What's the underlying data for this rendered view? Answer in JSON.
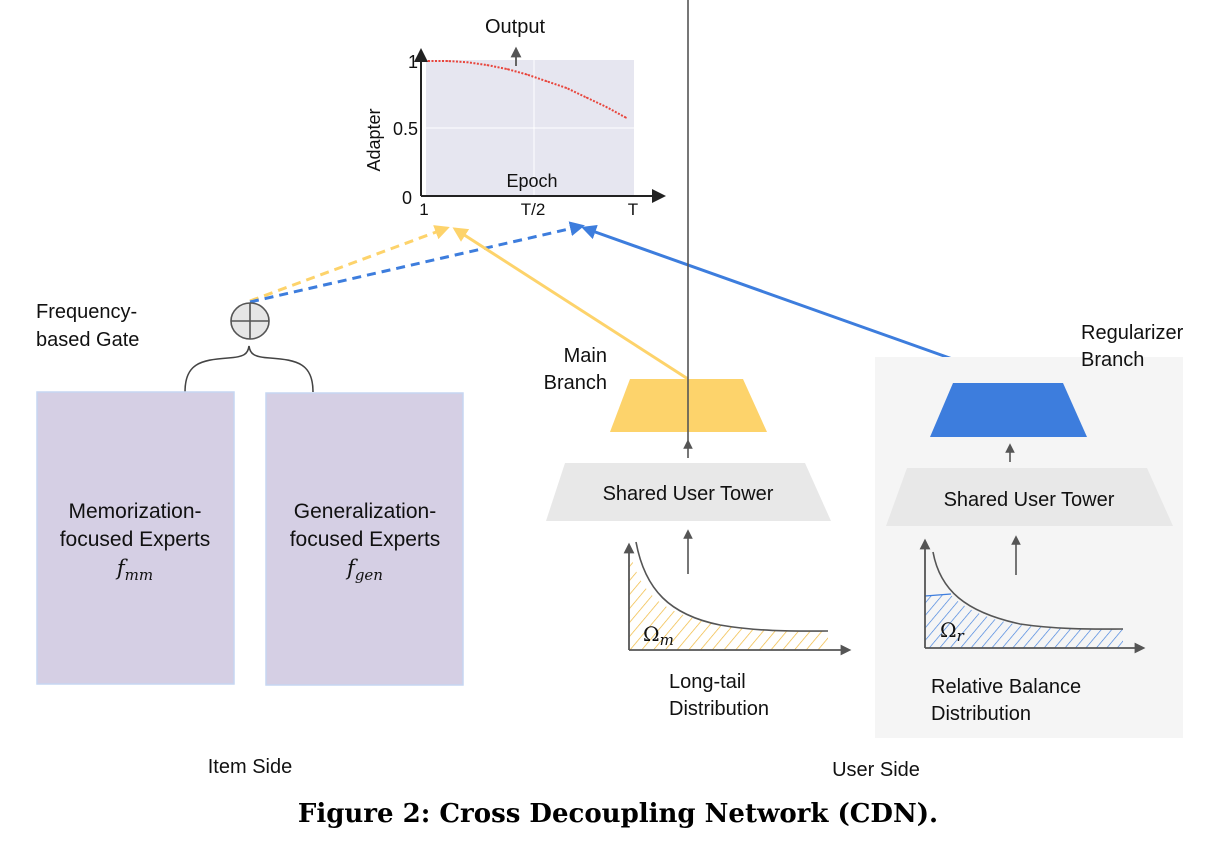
{
  "figure": {
    "caption": "Figure 2: Cross Decoupling Network (CDN).",
    "item_side_label": "Item Side",
    "user_side_label": "User Side"
  },
  "adapter_plot": {
    "output_label": "Output",
    "ylabel": "Adapter",
    "xlabel": "Epoch",
    "y_ticks": [
      "0",
      "0.5",
      "1"
    ],
    "x_ticks": [
      "1",
      "T/2",
      "T"
    ]
  },
  "chart_data": {
    "type": "line",
    "title": "Output",
    "xlabel": "Epoch",
    "ylabel": "Adapter",
    "x_tick_labels": [
      "1",
      "T/2",
      "T"
    ],
    "y_tick_labels": [
      "0",
      "0.5",
      "1"
    ],
    "xlim": [
      0,
      1
    ],
    "ylim": [
      0,
      1
    ],
    "grid": true,
    "series": [
      {
        "name": "adapter",
        "color": "#e8453c",
        "style": "dotted",
        "x": [
          0.0,
          0.1,
          0.2,
          0.3,
          0.4,
          0.5,
          0.6,
          0.7,
          0.8,
          0.9,
          1.0
        ],
        "y": [
          1.0,
          1.0,
          0.99,
          0.97,
          0.94,
          0.9,
          0.85,
          0.8,
          0.73,
          0.66,
          0.58
        ]
      }
    ]
  },
  "item_side": {
    "gate_label_line1": "Frequency-",
    "gate_label_line2": "based Gate",
    "gate_symbol": "circle-plus",
    "experts": [
      {
        "line1": "Memorization-",
        "line2": "focused Experts",
        "symbol_base": "f",
        "symbol_sub": "mm"
      },
      {
        "line1": "Generalization-",
        "line2": "focused Experts",
        "symbol_base": "f",
        "symbol_sub": "gen"
      }
    ],
    "expert_color": "#d5cfe4"
  },
  "user_side": {
    "main_branch": {
      "label_line1": "Main",
      "label_line2": "Branch",
      "color": "#fdd36b",
      "tower_label": "Shared User Tower",
      "distribution_symbol_base": "Ω",
      "distribution_symbol_sub": "m",
      "distribution_label_line1": "Long-tail",
      "distribution_label_line2": "Distribution"
    },
    "regularizer_branch": {
      "label_line1": "Regularizer",
      "label_line2": "Branch",
      "color": "#3d7ddd",
      "tower_label": "Shared User Tower",
      "distribution_symbol_base": "Ω",
      "distribution_symbol_sub": "r",
      "distribution_label_line1": "Relative Balance",
      "distribution_label_line2": "Distribution"
    }
  },
  "colors": {
    "yellow": "#fdd36b",
    "blue": "#3d7ddd",
    "tower_gray": "#e8e8e8",
    "panel_gray": "#f5f5f5",
    "plot_bg": "#e6e6f0",
    "arrow_gray": "#555555",
    "curve_red": "#e8453c"
  }
}
